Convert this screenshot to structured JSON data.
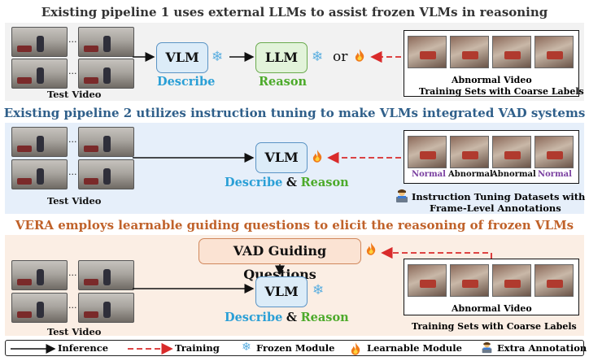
{
  "pipeline1": {
    "heading": "Existing pipeline 1 uses external LLMs to assist frozen VLMs in reasoning",
    "test_video": "Test Video",
    "vlm": "VLM",
    "llm": "LLM",
    "describe": "Describe",
    "reason": "Reason",
    "or": "or",
    "abnormal_video": "Abnormal Video",
    "training_sets": "Training Sets with Coarse Labels"
  },
  "pipeline2": {
    "heading": "Existing pipeline 2 utilizes instruction tuning to make VLMs integrated VAD systems",
    "test_video": "Test Video",
    "vlm": "VLM",
    "describe": "Describe",
    "amp": "&",
    "reason": "Reason",
    "frame_labels": [
      "Normal",
      "Abnormal",
      "Abnormal",
      "Normal"
    ],
    "datasets_line1": "Instruction Tuning Datasets with",
    "datasets_line2": "Frame-Level Annotations"
  },
  "vera": {
    "heading": "VERA employs learnable guiding questions to elicit the reasoning of frozen VLMs",
    "guiding_questions": "VAD Guiding Questions",
    "test_video": "Test Video",
    "vlm": "VLM",
    "describe": "Describe",
    "amp": "&",
    "reason": "Reason",
    "abnormal_video": "Abnormal Video",
    "training_sets": "Training Sets with Coarse Labels"
  },
  "legend": {
    "inference": "Inference",
    "training": "Training",
    "frozen": "Frozen Module",
    "learnable": "Learnable Module",
    "extra": "Extra Annotation"
  },
  "colors": {
    "heading1": "#333333",
    "heading2": "#2f5f8a",
    "heading3": "#c0622a",
    "panel1": "#f2f2f2",
    "panel2": "#e6effa",
    "panel3": "#fbeee4",
    "describe": "#2a9fd6",
    "reason": "#4caa2a",
    "normal_label": "#7a3fa0",
    "training_arrow": "#d92b2b"
  },
  "icons": [
    "snowflake-icon",
    "fire-icon",
    "person-laptop-icon"
  ]
}
